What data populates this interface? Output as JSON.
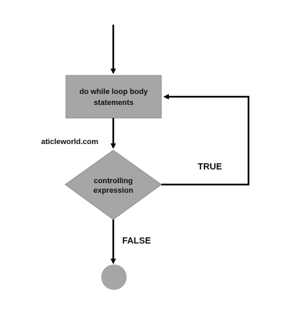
{
  "process_box": {
    "line1": "do while loop body",
    "line2": "statements"
  },
  "decision": {
    "line1": "controlling",
    "line2": "expression"
  },
  "labels": {
    "true_label": "TRUE",
    "false_label": "FALSE"
  },
  "watermark": "aticleworld.com",
  "colors": {
    "box_fill": "#a6a6a6",
    "box_stroke": "#8c8c8c",
    "line": "#000000",
    "terminal_fill": "#a6a6a6"
  }
}
